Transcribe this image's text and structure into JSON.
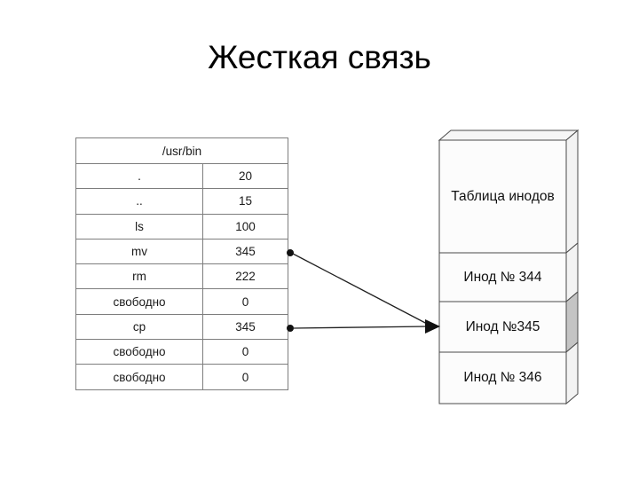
{
  "slide": {
    "title": "Жесткая связь"
  },
  "directory_table": {
    "header": "/usr/bin",
    "rows": [
      {
        "name": ".",
        "inode": "20"
      },
      {
        "name": "..",
        "inode": "15"
      },
      {
        "name": "ls",
        "inode": "100"
      },
      {
        "name": "mv",
        "inode": "345"
      },
      {
        "name": "rm",
        "inode": "222"
      },
      {
        "name": "свободно",
        "inode": "0"
      },
      {
        "name": "cp",
        "inode": "345"
      },
      {
        "name": "свободно",
        "inode": "0"
      },
      {
        "name": "свободно",
        "inode": "0"
      }
    ]
  },
  "inode_stack": {
    "title": "Таблица инодов",
    "items": [
      {
        "label": "Инод № 344",
        "highlighted": false
      },
      {
        "label": "Инод №345",
        "highlighted": true
      },
      {
        "label": "Инод № 346",
        "highlighted": false
      }
    ]
  },
  "connections": [
    {
      "from": "mv",
      "from_inode": "345",
      "to": "Инод №345"
    },
    {
      "from": "cp",
      "from_inode": "345",
      "to": "Инод №345"
    }
  ],
  "colors": {
    "highlight_side_face": "#c4c4c4",
    "side_face": "#f3f3f3",
    "top_face": "#f6f6f6",
    "front_face": "#fcfcfc",
    "box_stroke": "#4a4a4a",
    "table_border": "#7d7d7d",
    "connector": "#1f1f1f"
  }
}
